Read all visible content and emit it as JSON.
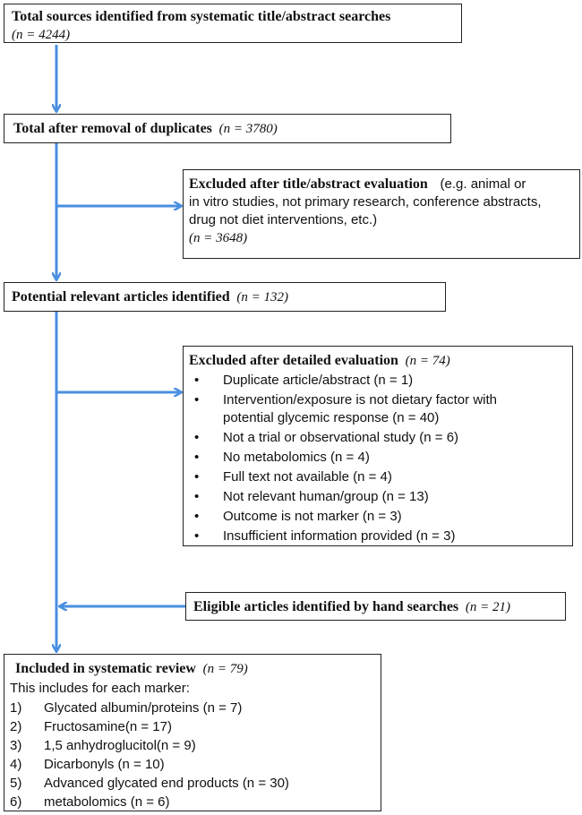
{
  "box1": {
    "title": "Total sources identified from systematic title/abstract searches",
    "n": "(n = 4244)"
  },
  "box2": {
    "title": "Total after removal of duplicates",
    "n": "(n = 3780)"
  },
  "box3": {
    "title": "Excluded after title/abstract evaluation",
    "desc1": "(e.g. animal or",
    "desc2": "in vitro studies, not primary research, conference abstracts,",
    "desc3": "drug not diet interventions, etc.)",
    "n": "(n = 3648)"
  },
  "box4": {
    "title": "Potential relevant articles identified",
    "n": "(n = 132)"
  },
  "box5": {
    "title": "Excluded after detailed evaluation",
    "n": "(n = 74)",
    "bullet": "•",
    "items": [
      "Duplicate article/abstract (n = 1)",
      "Intervention/exposure is not dietary factor with",
      "potential glycemic response (n = 40)",
      "Not a trial or observational study (n = 6)",
      "No metabolomics (n = 4)",
      "Full text not available (n = 4)",
      "Not relevant human/group (n = 13)",
      "Outcome is not marker (n = 3)",
      "Insufficient information provided (n = 3)"
    ]
  },
  "box6": {
    "title": "Eligible articles identified by hand searches",
    "n": "(n = 21)"
  },
  "box7": {
    "title": "Included in systematic review",
    "n": "(n = 79)",
    "subtitle": "This includes for each marker:",
    "items": [
      {
        "num": "1)",
        "text": "Glycated albumin/proteins (n = 7)"
      },
      {
        "num": "2)",
        "text": "Fructosamine(n = 17)"
      },
      {
        "num": "3)",
        "text": "1,5 anhydroglucitol(n = 9)"
      },
      {
        "num": "4)",
        "text": "Dicarbonyls (n = 10)"
      },
      {
        "num": "5)",
        "text": "Advanced glycated end products (n = 30)"
      },
      {
        "num": "6)",
        "text": "metabolomics (n = 6)"
      }
    ]
  },
  "colors": {
    "arrow": "#4a8fe0",
    "border": "#222222"
  }
}
